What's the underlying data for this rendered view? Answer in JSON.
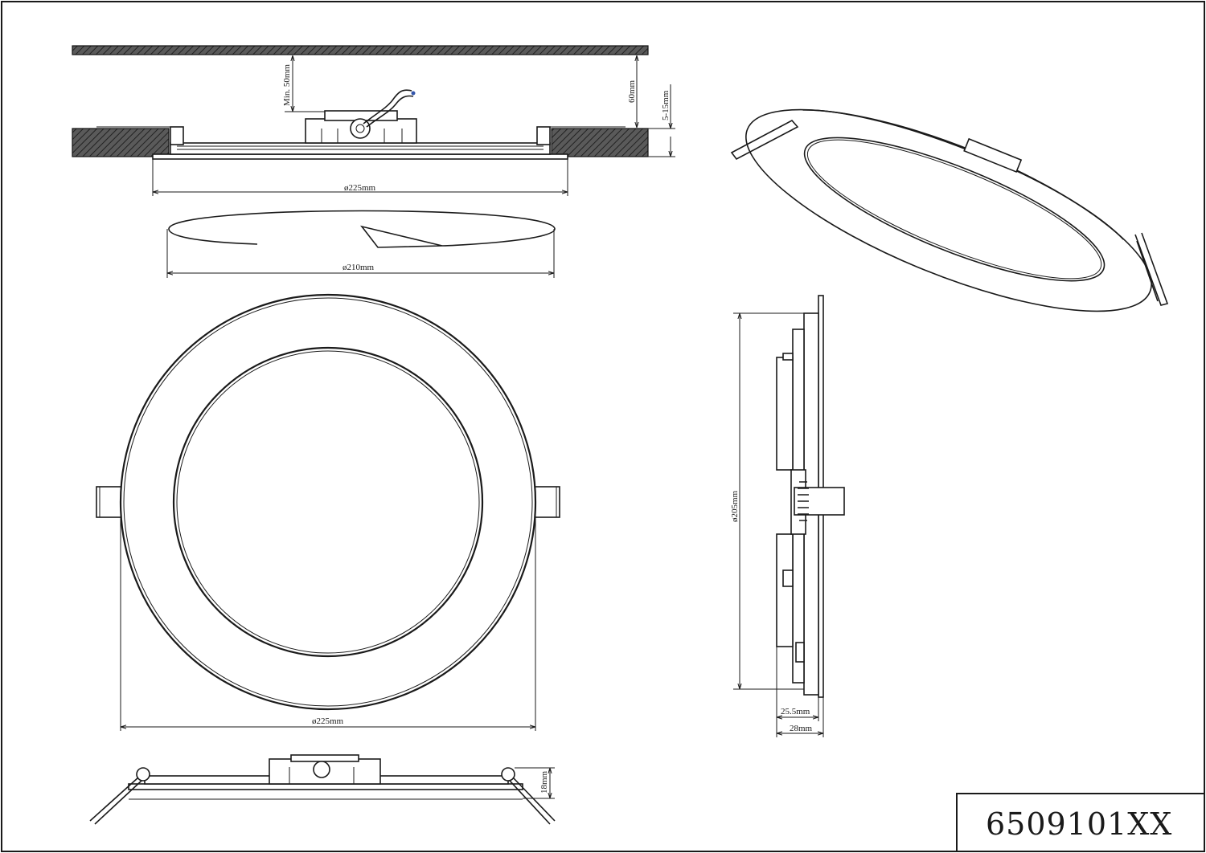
{
  "drawing": {
    "part_number": "6509101XX",
    "dimensions": {
      "top_min_depth": "Min. 50mm",
      "top_height": "60mm",
      "top_ceiling_thickness": "5-15mm",
      "top_diameter": "ø225mm",
      "cutout_diameter": "ø210mm",
      "front_diameter": "ø225mm",
      "side_diameter": "ø205mm",
      "side_depth_inner": "25.5mm",
      "side_depth_outer": "28mm",
      "bottom_height": "18mm"
    }
  }
}
